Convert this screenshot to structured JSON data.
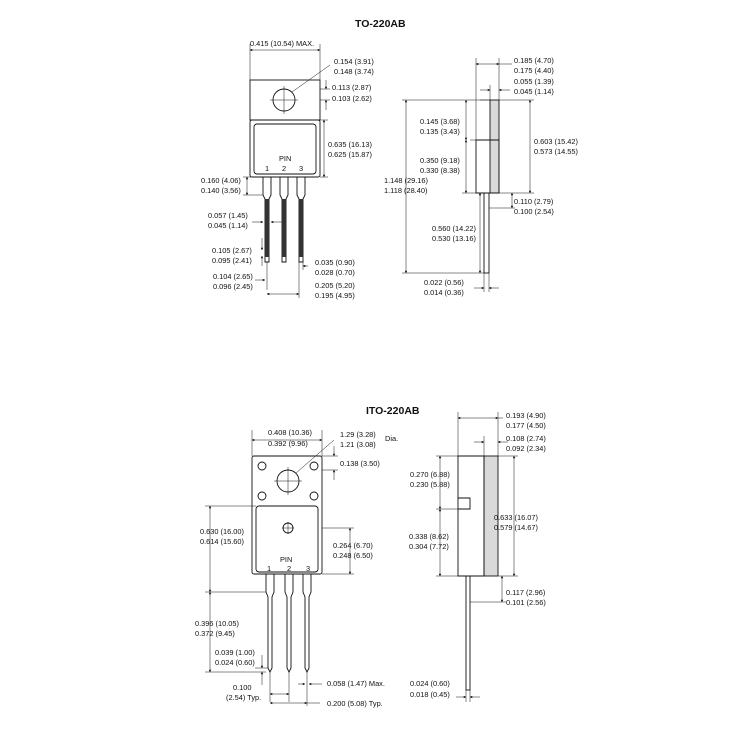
{
  "to220ab": {
    "title": "TO-220AB",
    "pin_label": "PIN",
    "pin_numbers": [
      "1",
      "2",
      "3"
    ],
    "dims": {
      "width_max": "0.415 (10.54) MAX.",
      "hole_dia_max": "0.154 (3.91)",
      "hole_dia_min": "0.148 (3.74)",
      "hole_pos_max": "0.113 (2.87)",
      "hole_pos_min": "0.103 (2.62)",
      "body_len_max": "0.635 (16.13)",
      "body_len_min": "0.625 (15.87)",
      "lead_shoulder_max": "0.160 (4.06)",
      "lead_shoulder_min": "0.140 (3.56)",
      "lead_w_max": "0.057 (1.45)",
      "lead_w_min": "0.045 (1.14)",
      "pitch_a_max": "0.105 (2.67)",
      "pitch_a_min": "0.095 (2.41)",
      "pitch_b_max": "0.104 (2.65)",
      "pitch_b_min": "0.096 (2.45)",
      "lead_t_max": "0.035 (0.90)",
      "lead_t_min": "0.028 (0.70)",
      "lead_span_max": "0.205 (5.20)",
      "lead_span_min": "0.195 (4.95)",
      "side_thk_max": "0.185 (4.70)",
      "side_thk_min": "0.175 (4.40)",
      "tab_thk_max": "0.055 (1.39)",
      "tab_thk_min": "0.045 (1.14)",
      "tab_top_max": "0.145 (3.68)",
      "tab_top_min": "0.135 (3.43)",
      "body_side_max": "0.603 (15.42)",
      "body_side_min": "0.573 (14.55)",
      "tab_len_max": "0.350 (9.18)",
      "tab_len_min": "0.330 (8.38)",
      "total_max": "1.148 (29.16)",
      "total_min": "1.118 (28.40)",
      "lead_off_max": "0.110 (2.79)",
      "lead_off_min": "0.100 (2.54)",
      "lead_len_max": "0.560 (14.22)",
      "lead_len_min": "0.530 (13.16)",
      "lead_thk2_max": "0.022 (0.56)",
      "lead_thk2_min": "0.014 (0.36)"
    }
  },
  "ito220ab": {
    "title": "ITO-220AB",
    "pin_label": "PIN",
    "pin_numbers": [
      "1",
      "2",
      "3"
    ],
    "dims": {
      "width_max": "0.408 (10.36)",
      "width_min": "0.392 (9.96)",
      "hole_dia_max": "1.29 (3.28)",
      "hole_dia_min": "1.21 (3.08)",
      "hole_dia_note": "Dia.",
      "hole_pos": "0.138 (3.50)",
      "body_len_max": "0.630 (16.00)",
      "body_len_min": "0.614 (15.60)",
      "lower_len_max": "0.264 (6.70)",
      "lower_len_min": "0.248 (6.50)",
      "lead_len_max": "0.396 (10.05)",
      "lead_len_min": "0.372 (9.45)",
      "lead_t_max": "0.039 (1.00)",
      "lead_t_min": "0.024 (0.60)",
      "pitch_a": "0.100",
      "pitch_b": "(2.54) Typ.",
      "lead_w": "0.058 (1.47) Max.",
      "span": "0.200 (5.08) Typ.",
      "side_thk_max": "0.193 (4.90)",
      "side_thk_min": "0.177 (4.50)",
      "tab_thk_max": "0.108 (2.74)",
      "tab_thk_min": "0.092 (2.34)",
      "tab_top_max": "0.270 (6.88)",
      "tab_top_min": "0.230 (5.88)",
      "body_side_max": "0.633 (16.07)",
      "body_side_min": "0.579 (14.67)",
      "mid_max": "0.338 (8.62)",
      "mid_min": "0.304 (7.72)",
      "lead_off_max": "0.117 (2.96)",
      "lead_off_min": "0.101 (2.56)",
      "lead_thk2_max": "0.024 (0.60)",
      "lead_thk2_min": "0.018 (0.45)"
    }
  }
}
